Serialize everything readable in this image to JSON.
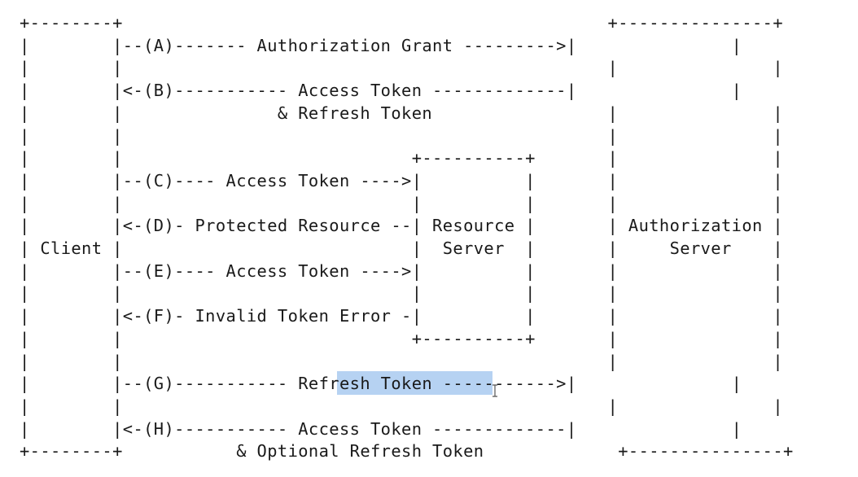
{
  "lines": [
    "+--------+                                               +---------------+",
    "|        |--(A)------- Authorization Grant --------->|               |",
    "|        |                                               |               |",
    "|        |<-(B)----------- Access Token -------------|               |",
    "|        |               & Refresh Token                 |               |",
    "|        |                                               |               |",
    "|        |                            +----------+       |               |",
    "|        |--(C)---- Access Token ---->|          |       |               |",
    "|        |                            |          |       |               |",
    "|        |<-(D)- Protected Resource --| Resource |       | Authorization |",
    "| Client |                            |  Server  |       |     Server    |",
    "|        |--(E)---- Access Token ---->|          |       |               |",
    "|        |                            |          |       |               |",
    "|        |<-(F)- Invalid Token Error -|          |       |               |",
    "|        |                            +----------+       |               |",
    "|        |                                               |               |",
    "|        |--(G)----------- Refresh Token ----------->|               |",
    "|        |                                               |               |",
    "|        |<-(H)----------- Access Token -------------|               |",
    "+--------+           & Optional Refresh Token             +---------------+"
  ],
  "highlighted_text": "Refresh Token",
  "colors": {
    "text": "#1a1a1a",
    "selection": "#b6d2f2",
    "background": "#ffffff"
  },
  "cursor_icon": "text-cursor-icon"
}
